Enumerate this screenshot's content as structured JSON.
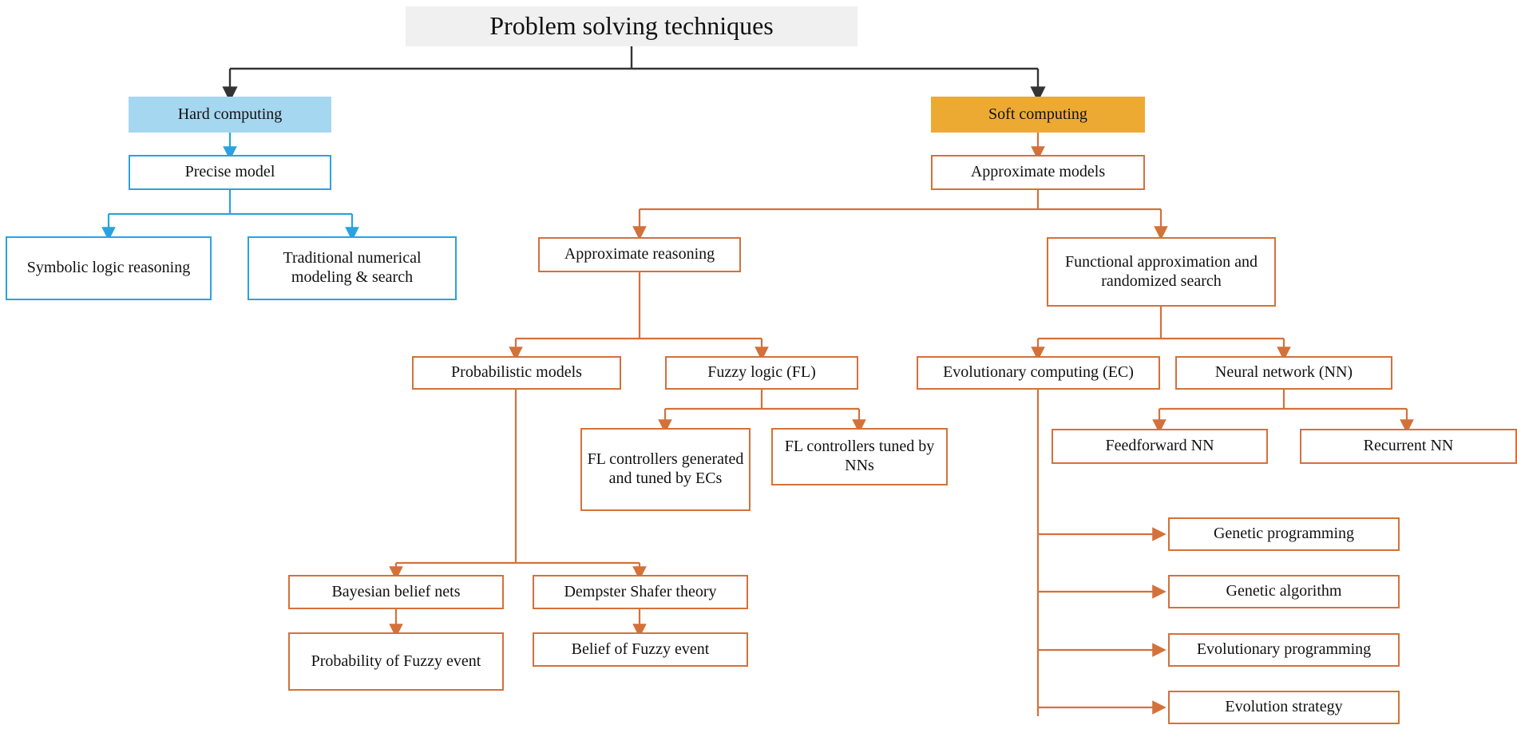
{
  "diagram": {
    "title": "Problem solving techniques",
    "colors": {
      "hard_header_fill": "#a6d7f0",
      "soft_header_fill": "#edaa33",
      "title_fill": "#f0f0f0",
      "blue_stroke": "#29a3e0",
      "orange_stroke": "#d4713a",
      "black_stroke": "#333333",
      "text": "#111111"
    },
    "nodes": {
      "root": "Problem solving techniques",
      "hard_computing": "Hard computing",
      "precise_model": "Precise model",
      "symbolic_logic_reasoning": "Symbolic logic reasoning",
      "traditional_numerical": "Traditional numerical modeling & search",
      "soft_computing": "Soft computing",
      "approximate_models": "Approximate models",
      "approximate_reasoning": "Approximate reasoning",
      "functional_approximation": "Functional approximation and randomized search",
      "probabilistic_models": "Probabilistic models",
      "fuzzy_logic": "Fuzzy logic (FL)",
      "evolutionary_computing": "Evolutionary computing (EC)",
      "neural_network": "Neural network (NN)",
      "fl_controllers_ec": "FL controllers generated and tuned by ECs",
      "fl_controllers_nn": "FL controllers tuned by NNs",
      "feedforward_nn": "Feedforward NN",
      "recurrent_nn": "Recurrent NN",
      "bayesian_belief_nets": "Bayesian belief nets",
      "dempster_shafer": "Dempster Shafer theory",
      "probability_fuzzy_event": "Probability of Fuzzy event",
      "belief_fuzzy_event": "Belief of Fuzzy event",
      "genetic_programming": "Genetic programming",
      "genetic_algorithm": "Genetic algorithm",
      "evolutionary_programming": "Evolutionary programming",
      "evolution_strategy": "Evolution strategy"
    }
  }
}
